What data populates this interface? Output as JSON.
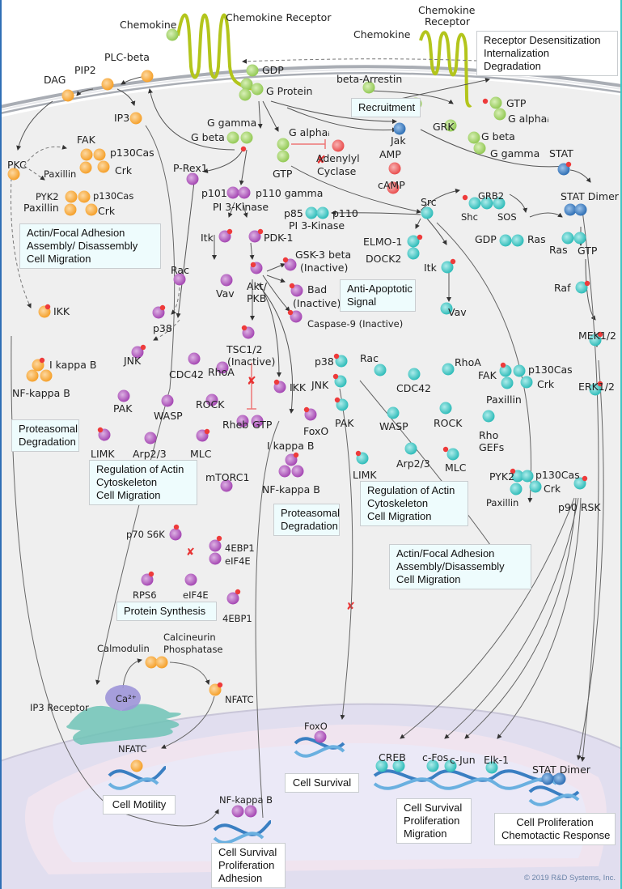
{
  "title": "Chemokine Signaling Pathway",
  "copyright": "© 2019 R&D Systems, Inc.",
  "colors": {
    "green": "#a6d66a",
    "orange": "#f9ad3c",
    "purple": "#b35cc0",
    "teal": "#3fc6c3",
    "blue": "#3a7fc2",
    "red": "#ee5a5a",
    "membrane": "#9ea3ab",
    "receptor": "#b3c51c",
    "box_fill": "#eefcfd",
    "nucleus": "#e4e1f2"
  },
  "labels": {
    "chemokine_1": "Chemokine",
    "chemokine_receptor_1": "Chemokine Receptor",
    "chemokine_2": "Chemokine",
    "chemokine_receptor_2a": "Chemokine",
    "chemokine_receptor_2b": "Receptor",
    "plc_beta": "PLC-beta",
    "pip2": "PIP2",
    "dag": "DAG",
    "ip3": "IP3",
    "gdp": "GDP",
    "g_protein": "G Protein",
    "beta_arrestin": "beta-Arrestin",
    "gtp_r": "GTP",
    "g_alpha_r": "G alphaᵢ",
    "grk": "GRK",
    "g_beta_r": "G beta",
    "g_gamma_r": "G gamma",
    "jak": "Jak",
    "stat": "STAT",
    "stat_dimer": "STAT Dimer",
    "g_gamma": "G gamma",
    "g_beta": "G beta",
    "g_alpha": "G alphaᵢ",
    "gtp": "GTP",
    "adenylyl_1": "Adenylyl",
    "adenylyl_2": "Cyclase",
    "amp": "AMP",
    "camp": "cAMP",
    "fak": "FAK",
    "p130cas_1": "p130Cas",
    "crk_1": "Crk",
    "paxillin_1": "Paxillin",
    "pkc": "PKC",
    "pyk2_1": "PYK2",
    "p130cas_2": "p130Cas",
    "paxillin_2": "Paxillin",
    "crk_2": "Crk",
    "p_rex1": "P-Rex1",
    "p101": "p101",
    "p110_gamma": "p110 gamma",
    "pi3k_1": "PI 3-Kinase",
    "p85": "p85",
    "p110": "p110",
    "pi3k_2": "PI 3-Kinase",
    "src": "Src",
    "grb2": "GRB2",
    "shc": "Shc",
    "sos": "SOS",
    "gdp_ras": "GDP",
    "ras_1": "Ras",
    "ras_2": "Ras",
    "gtp_ras": "GTP",
    "raf": "Raf",
    "mek": "MEK1/2",
    "erk": "ERK1/2",
    "p90rsk": "p90 RSK",
    "itk_1": "Itk",
    "pdk1": "PDK-1",
    "elmo1": "ELMO-1",
    "dock2": "DOCK2",
    "itk_2": "Itk",
    "gsk3_1": "GSK-3 beta",
    "gsk3_2": "(Inactive)",
    "bad_1": "Bad",
    "bad_2": "(Inactive)",
    "caspase9": "Caspase-9 (Inactive)",
    "akt_1": "Akt/",
    "akt_2": "PKB",
    "rac_1": "Rac",
    "vav_1": "Vav",
    "ikk_1": "IKK",
    "p38_1": "p38",
    "jnk_1": "JNK",
    "ikappab_1": "I kappa B",
    "nfkb_1": "NF-kappa B",
    "cdc42_1": "CDC42",
    "rhoa_1": "RhoA",
    "tsc_1": "TSC1/2",
    "tsc_2": "(Inactive)",
    "pak_1": "PAK",
    "wasp_1": "WASP",
    "rock_1": "ROCK",
    "rheb": "Rheb",
    "rheb_gtp": "GTP",
    "limk_1": "LIMK",
    "arp_1": "Arp2/3",
    "mlc_1": "MLC",
    "ikk_2": "IKK",
    "foxo_1": "FoxO",
    "ikappab_2": "I kappa B",
    "nfkb_2": "NF-kappa B",
    "mtorc1": "mTORC1",
    "p70s6k": "p70 S6K",
    "ebp1_a": "4EBP1",
    "eif4e_a": "eIF4E",
    "rps6": "RPS6",
    "eif4e_b": "eIF4E",
    "ebp1_b": "4EBP1",
    "vav_2": "Vav",
    "p38_2": "p38",
    "jnk_2": "JNK",
    "rac_2": "Rac",
    "cdc42_2": "CDC42",
    "rhoa_2": "RhoA",
    "fak_2": "FAK",
    "p130cas_3": "p130Cas",
    "crk_3": "Crk",
    "paxillin_3": "Paxillin",
    "pak_2": "PAK",
    "wasp_2": "WASP",
    "rock_2": "ROCK",
    "rho_gefs_1": "Rho",
    "rho_gefs_2": "GEFs",
    "limk_2": "LIMK",
    "arp_2": "Arp2/3",
    "mlc_2": "MLC",
    "pyk2_2": "PYK2",
    "p130cas_4": "p130Cas",
    "crk_4": "Crk",
    "paxillin_4": "Paxillin",
    "calmodulin": "Calmodulin",
    "calcineurin_1": "Calcineurin",
    "calcineurin_2": "Phosphatase",
    "nfatc_1": "NFATC",
    "ip3_receptor": "IP3 Receptor",
    "ca": "Ca²⁺",
    "nfatc_2": "NFATC",
    "foxo_2": "FoxO",
    "nfkb_3": "NF-kappa B",
    "creb": "CREB",
    "cfos": "c-Fos",
    "cjun": "c-Jun",
    "elk1": "Elk-1",
    "stat_dimer_2": "STAT Dimer"
  },
  "boxes": {
    "desensitization": [
      "Receptor Desensitization",
      "Internalization",
      "Degradation"
    ],
    "recruitment": [
      "Recruitment"
    ],
    "actin_focal_1": [
      "Actin/Focal Adhesion",
      "Assembly/ Disassembly",
      "Cell Migration"
    ],
    "anti_apoptotic": [
      "Anti-Apoptotic",
      "Signal"
    ],
    "proteasomal_1": [
      "Proteasomal",
      "Degradation"
    ],
    "actin_reg_1": [
      "Regulation of Actin",
      "Cytoskeleton",
      "Cell Migration"
    ],
    "proteasomal_2": [
      "Proteasomal",
      "Degradation"
    ],
    "actin_reg_2": [
      "Regulation of Actin",
      "Cytoskeleton",
      "Cell Migration"
    ],
    "actin_focal_2": [
      "Actin/Focal Adhesion",
      "Assembly/Disassembly",
      "Cell Migration"
    ],
    "protein_synthesis": [
      "Protein Synthesis"
    ],
    "cell_motility": [
      "Cell Motility"
    ],
    "cell_survival": [
      "Cell Survival"
    ],
    "survival_prolif_adhesion": [
      "Cell Survival",
      "Proliferation",
      "Adhesion"
    ],
    "survival_prolif_migration": [
      "Cell Survival",
      "Proliferation",
      "Migration"
    ],
    "prolif_chemotactic": [
      "Cell Proliferation",
      "Chemotactic Response"
    ]
  }
}
